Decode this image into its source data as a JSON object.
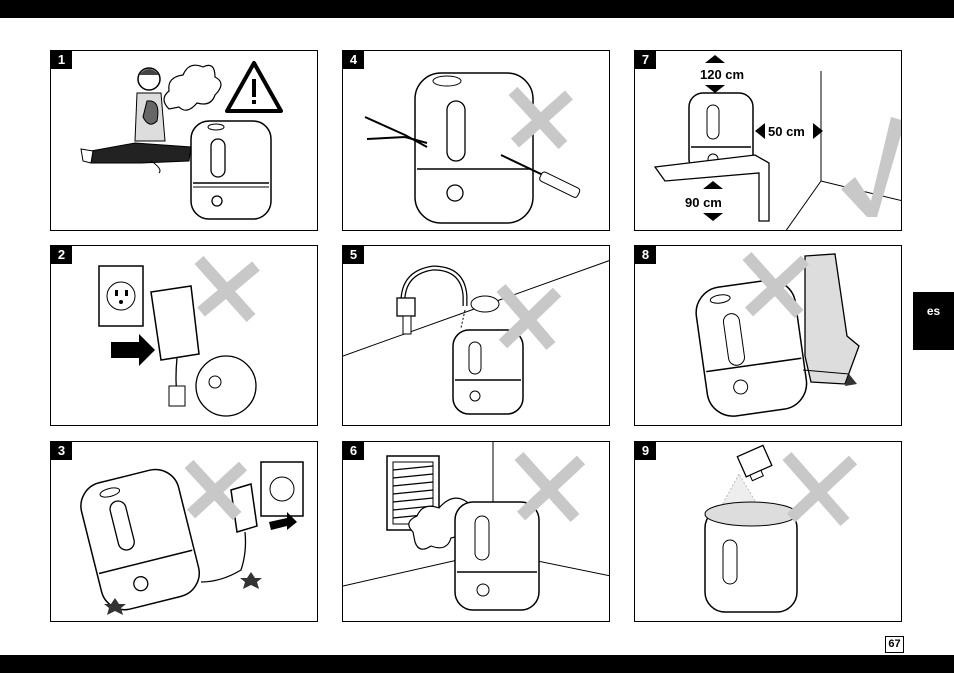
{
  "panels": [
    {
      "number": "1",
      "symbol": "warning-sign"
    },
    {
      "number": "2",
      "symbol": "prohibited-cross"
    },
    {
      "number": "3",
      "symbol": "prohibited-cross"
    },
    {
      "number": "4",
      "symbol": "prohibited-cross"
    },
    {
      "number": "5",
      "symbol": "prohibited-cross"
    },
    {
      "number": "6",
      "symbol": "prohibited-cross"
    },
    {
      "number": "7",
      "symbol": "allowed-check"
    },
    {
      "number": "8",
      "symbol": "prohibited-cross"
    },
    {
      "number": "9",
      "symbol": "prohibited-cross"
    }
  ],
  "dimensions": {
    "height_above": "120 cm",
    "distance_wall": "50 cm",
    "height_below": "90 cm"
  },
  "language_tab": "es",
  "page_number": "67",
  "colors": {
    "bars": "#000000",
    "cross": "#c8c8c8",
    "check": "#c8c8c8"
  }
}
